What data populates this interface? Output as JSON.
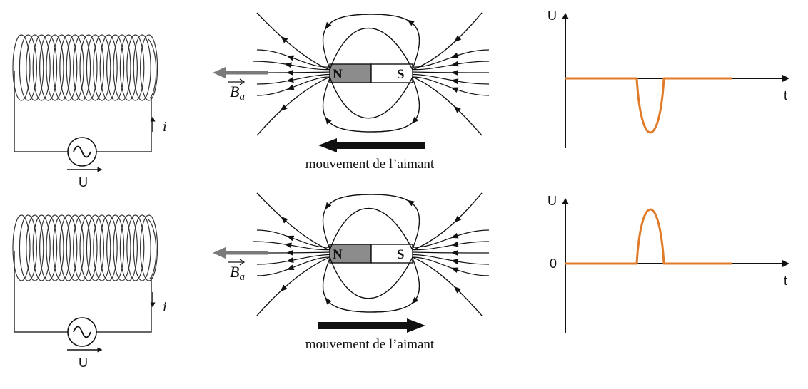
{
  "colors": {
    "ink": "#111111",
    "wire": "#333333",
    "magnet_north": "#8c8c8c",
    "field_vector": "#7a7a7a",
    "signal": "#e07b2a"
  },
  "icons": {
    "generator": "ac-source-icon"
  },
  "rows": [
    {
      "circuit": {
        "current_label": "i",
        "current_direction": "up",
        "voltage_label": "U"
      },
      "magnet": {
        "north_label": "N",
        "south_label": "S",
        "field_label": "B",
        "field_subscript": "a",
        "motion_label": "mouvement de l’aimant",
        "motion_direction": "left"
      },
      "graph": {
        "y_label": "U",
        "x_label": "t",
        "origin_label": "",
        "pulse_sign": -1
      }
    },
    {
      "circuit": {
        "current_label": "i",
        "current_direction": "down",
        "voltage_label": "U"
      },
      "magnet": {
        "north_label": "N",
        "south_label": "S",
        "field_label": "B",
        "field_subscript": "a",
        "motion_label": "mouvement de l’aimant",
        "motion_direction": "right"
      },
      "graph": {
        "y_label": "U",
        "x_label": "t",
        "origin_label": "0",
        "pulse_sign": 1
      }
    }
  ]
}
